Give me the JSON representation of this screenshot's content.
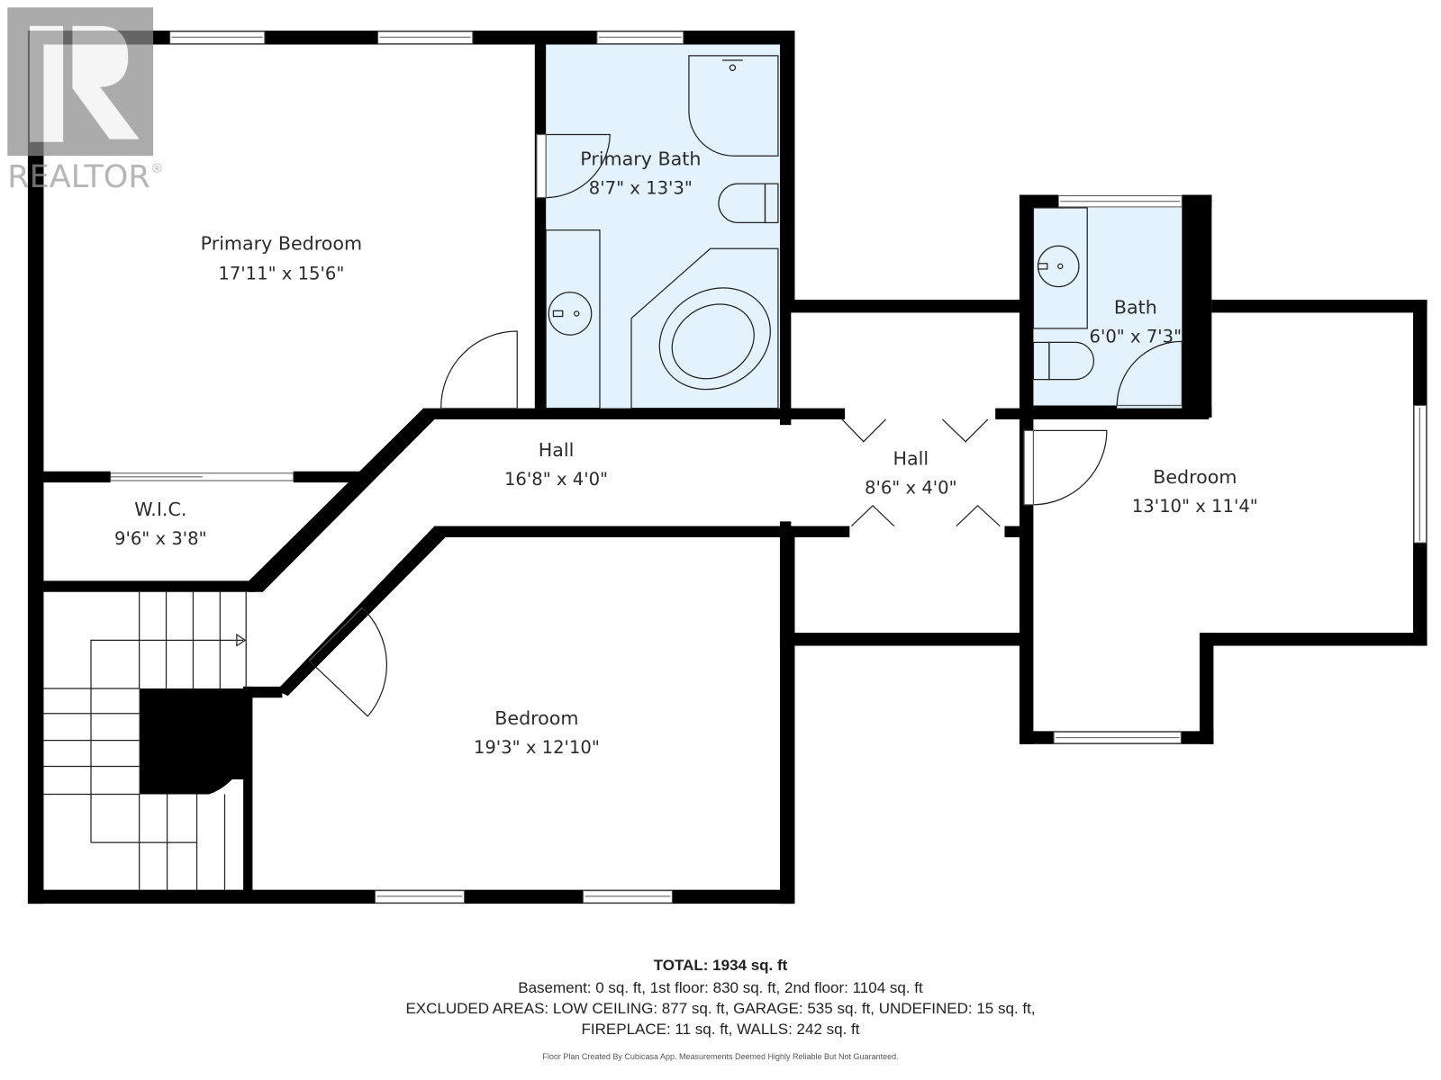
{
  "logo": {
    "brand": "REALTOR",
    "registered_mark": "®",
    "colors": {
      "logo_gray": "#9a9a9a"
    }
  },
  "rooms": [
    {
      "id": "primary-bedroom",
      "name": "Primary Bedroom",
      "dimensions": "17'11\" x 15'6\""
    },
    {
      "id": "primary-bath",
      "name": "Primary Bath",
      "dimensions": "8'7\" x 13'3\""
    },
    {
      "id": "bath",
      "name": "Bath",
      "dimensions": "6'0\" x 7'3\""
    },
    {
      "id": "hall-1",
      "name": "Hall",
      "dimensions": "16'8\" x 4'0\""
    },
    {
      "id": "hall-2",
      "name": "Hall",
      "dimensions": "8'6\" x 4'0\""
    },
    {
      "id": "wic",
      "name": "W.I.C.",
      "dimensions": "9'6\" x 3'8\""
    },
    {
      "id": "bedroom-right",
      "name": "Bedroom",
      "dimensions": "13'10\" x 11'4\""
    },
    {
      "id": "bedroom-bottom",
      "name": "Bedroom",
      "dimensions": "19'3\" x 12'10\""
    }
  ],
  "summary": {
    "total": "TOTAL: 1934 sq. ft",
    "floors": "Basement: 0 sq. ft, 1st floor: 830 sq. ft, 2nd floor: 1104 sq. ft",
    "excluded_1": "EXCLUDED AREAS: LOW CEILING: 877 sq. ft, GARAGE: 535 sq. ft, UNDEFINED: 15 sq. ft,",
    "excluded_2": "FIREPLACE: 11 sq. ft, WALLS: 242 sq. ft",
    "credit": "Floor Plan Created By Cubicasa App. Measurements Deemed Highly Reliable But Not Guaranteed."
  },
  "colors": {
    "wall": "#000000",
    "bathroom_fill": "#e3f2fc",
    "background": "#ffffff",
    "text": "#2b2b2b"
  }
}
